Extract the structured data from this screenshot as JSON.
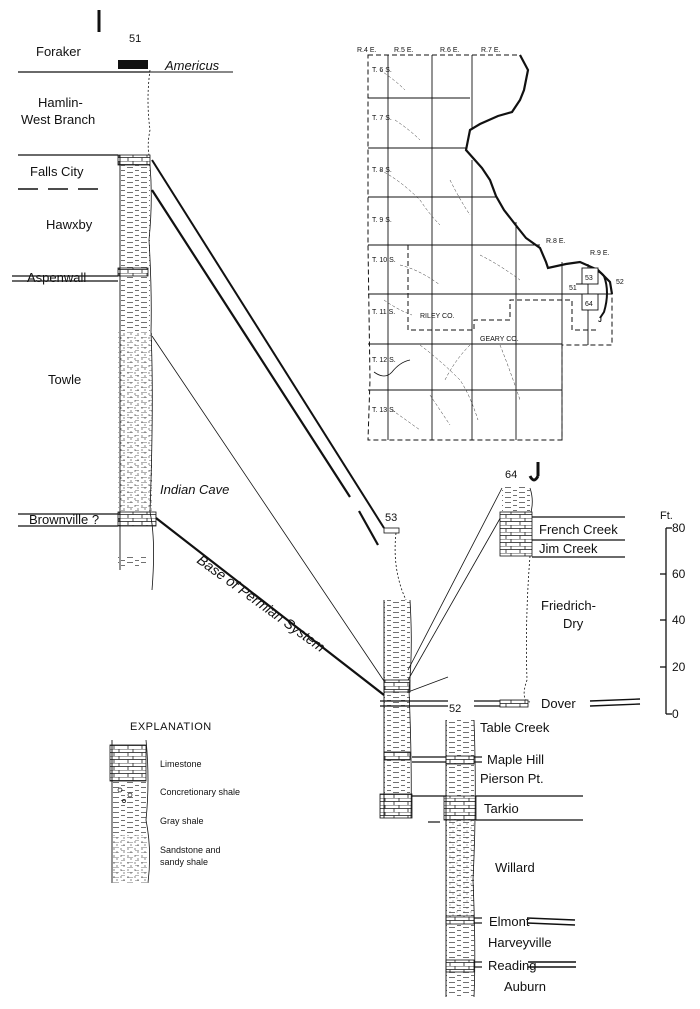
{
  "sections": {
    "left_id": "I",
    "right_id": "J",
    "left_well": "51"
  },
  "left_units": {
    "foraker": "Foraker",
    "americus": "Americus",
    "hamlin_1": "Hamlin-",
    "hamlin_2": "West Branch",
    "falls_city": "Falls City",
    "hawxby": "Hawxby",
    "aspenwall": "Aspenwall",
    "towle": "Towle",
    "indian_cave": "Indian Cave",
    "brownville": "Brownville ?",
    "base_permian": "Base of Permian System"
  },
  "wells": {
    "w53": "53",
    "w52": "52",
    "w64": "64"
  },
  "right_units": {
    "french_creek": "French Creek",
    "jim_creek": "Jim Creek",
    "friedrich_1": "Friedrich-",
    "friedrich_2": "Dry",
    "dover": "Dover",
    "table_creek": "Table Creek",
    "maple_hill": "Maple Hill",
    "pierson": "Pierson Pt.",
    "tarkio": "Tarkio",
    "willard": "Willard",
    "elmont": "Elmont",
    "harveyville": "Harveyville",
    "reading": "Reading",
    "auburn": "Auburn"
  },
  "scale": {
    "unit": "Ft.",
    "ticks": [
      "80",
      "60",
      "40",
      "20",
      "0"
    ]
  },
  "explanation": {
    "title": "EXPLANATION",
    "limestone": "Limestone",
    "concretionary": "Concretionary shale",
    "gray_shale": "Gray shale",
    "sandstone_1": "Sandstone and",
    "sandstone_2": "sandy shale"
  },
  "map": {
    "ranges": [
      "R.4 E.",
      "R.5 E.",
      "R.6 E.",
      "R.7 E.",
      "R.8 E.",
      "R.9 E."
    ],
    "townships": [
      "T. 6 S.",
      "T. 7 S.",
      "T. 8 S.",
      "T. 9 S.",
      "T. 10 S.",
      "T. 11 S.",
      "T. 12 S.",
      "T. 13 S."
    ],
    "riley": "RILEY CO.",
    "geary": "GEARY CO.",
    "loc51": "51",
    "loc52": "52",
    "loc53": "53",
    "loc64": "64",
    "line_j": "J"
  }
}
